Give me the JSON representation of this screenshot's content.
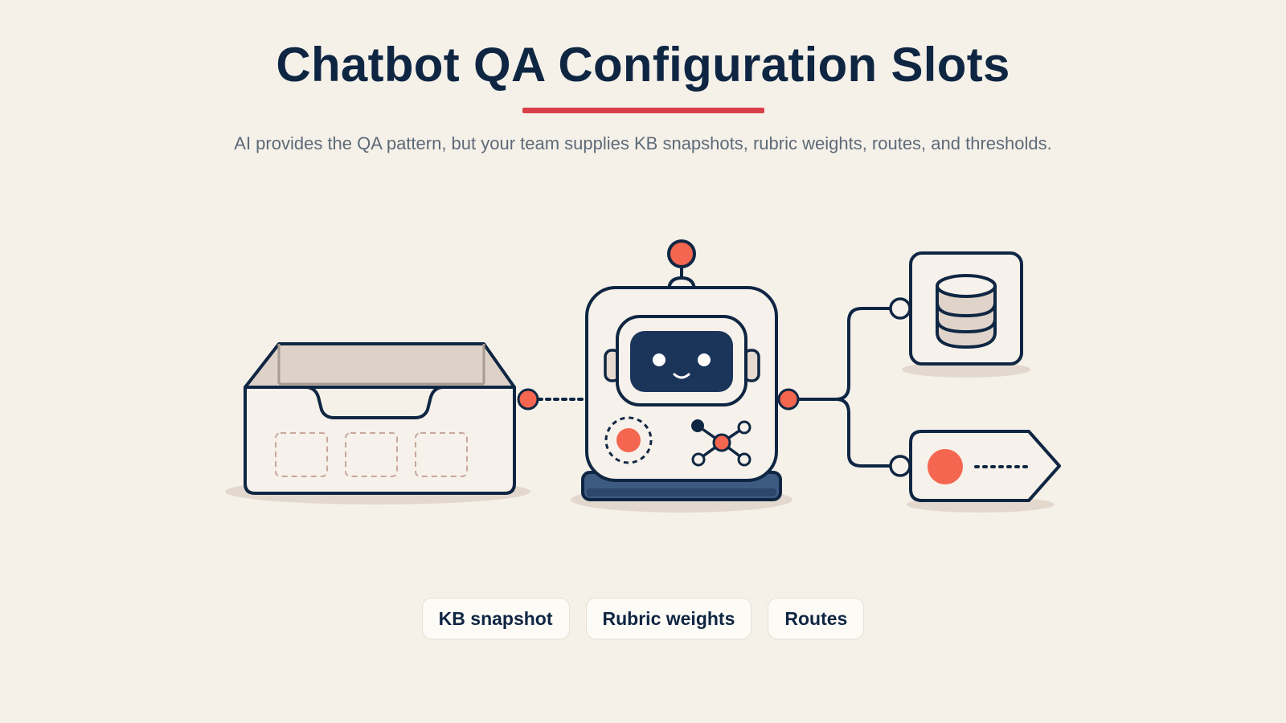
{
  "header": {
    "title": "Chatbot QA Configuration Slots",
    "subtitle": "AI provides the QA pattern, but your team supplies KB snapshots, rubric weights, routes, and thresholds."
  },
  "chips": [
    {
      "label": "KB snapshot"
    },
    {
      "label": "Rubric weights"
    },
    {
      "label": "Routes"
    }
  ],
  "icons": [
    "tray-icon",
    "robot-icon",
    "database-icon",
    "tag-icon"
  ],
  "colors": {
    "navy": "#0f2643",
    "accent_red": "#d9404a",
    "coral": "#f4664f",
    "background": "#f5f1e9",
    "tray_fill": "#e5d9d0"
  }
}
